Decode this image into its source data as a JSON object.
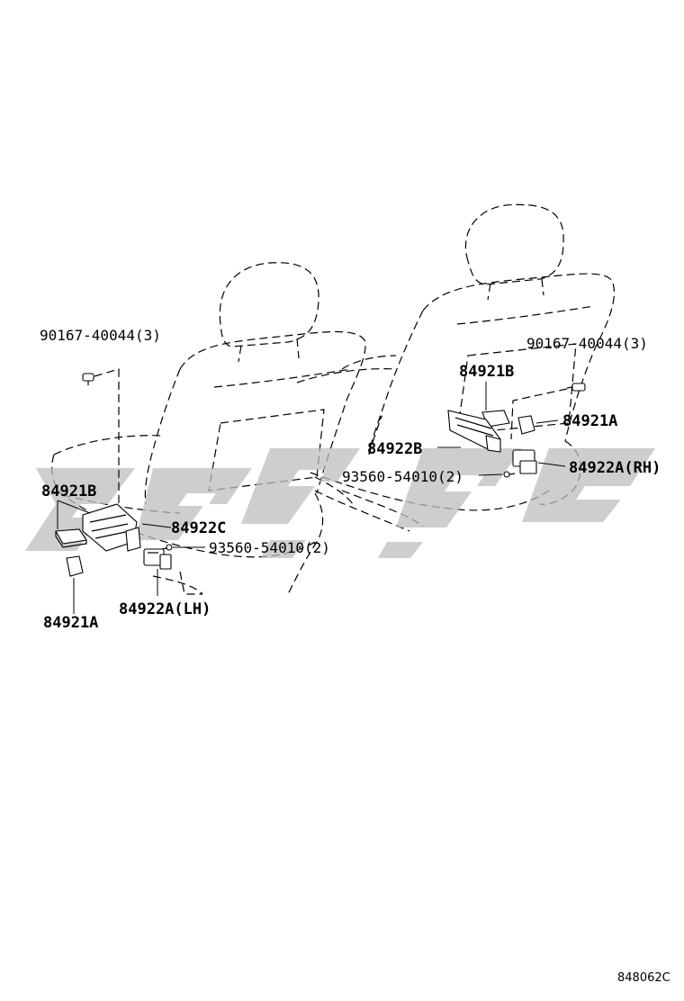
{
  "labels": {
    "bolt_left": "90167-40044(3)",
    "bolt_right": "90167-40044(3)",
    "cover_b_left": "84921B",
    "cover_b_right": "84921B",
    "cover_a_left": "84921A",
    "cover_a_right": "84921A",
    "bracket_c": "84922C",
    "bracket_b": "84922B",
    "screw_left": "93560-54010(2)",
    "screw_right": "93560-54010(2)",
    "switch_lh": "84922A(LH)",
    "switch_rh": "84922A(RH)"
  },
  "diagram_code": "848062C"
}
